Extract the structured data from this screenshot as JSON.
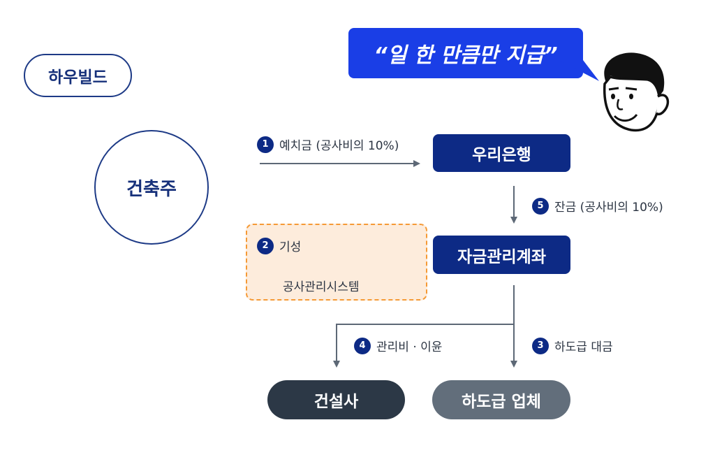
{
  "brand": {
    "label": "하우빌드"
  },
  "client": {
    "label": "건축주"
  },
  "bubble": {
    "quote": "“일 한 만큼만 지급”"
  },
  "nodes": {
    "bank": "우리은행",
    "account": "자금관리계좌",
    "contractor": "건설사",
    "subcontractor": "하도급 업체"
  },
  "steps": {
    "s1": {
      "num": "1",
      "label": "예치금 (공사비의 10%)"
    },
    "s2": {
      "num": "2",
      "label": "기성",
      "system": "공사관리시스템"
    },
    "s3": {
      "num": "3",
      "label": "하도급 대금"
    },
    "s4": {
      "num": "4",
      "label": "관리비 · 이윤"
    },
    "s5": {
      "num": "5",
      "label": "잔금 (공사비의 10%)"
    }
  },
  "colors": {
    "navy": "#0d2a85",
    "bubble_blue": "#1a3ee6",
    "dark_gray": "#2c3846",
    "mid_gray": "#626e7b",
    "orange_dash": "#f59a36",
    "orange_fill": "#fdecdc",
    "arrow": "#5d6876"
  },
  "icons": {
    "character": "smiling-man-face-icon"
  }
}
